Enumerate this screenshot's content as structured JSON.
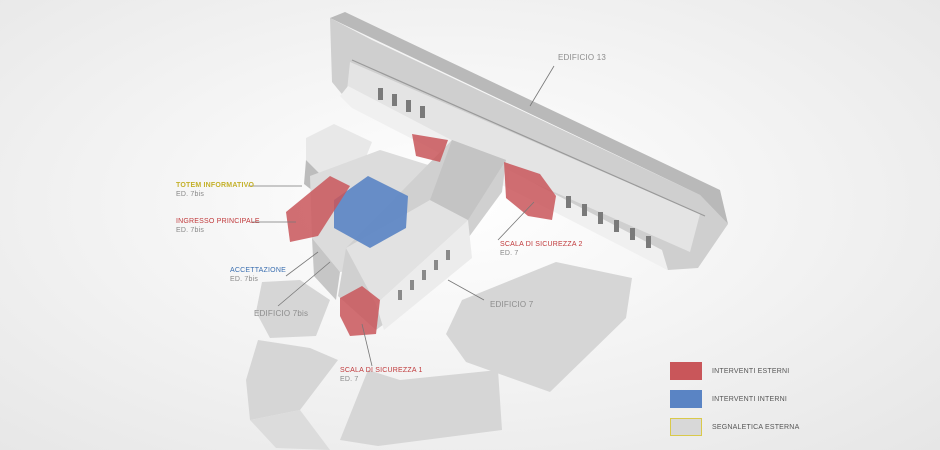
{
  "labels": {
    "totem": {
      "title": "TOTEM INFORMATIVO",
      "sub": "ED. 7bis"
    },
    "ingresso": {
      "title": "INGRESSO PRINCIPALE",
      "sub": "ED. 7bis"
    },
    "accettazione": {
      "title": "ACCETTAZIONE",
      "sub": "ED. 7bis"
    },
    "scala1": {
      "title": "SCALA DI SICUREZZA 1",
      "sub": "ED. 7"
    },
    "scala2": {
      "title": "SCALA DI SICUREZZA 2",
      "sub": "ED. 7"
    },
    "edificio13": "EDIFICIO 13",
    "edificio7": "EDIFICIO 7",
    "edificio7bis": "EDIFICIO 7bis"
  },
  "legend": [
    {
      "label": "INTERVENTI ESTERNI",
      "color": "#c9565a",
      "border": "#c9565a"
    },
    {
      "label": "INTERVENTI INTERNI",
      "color": "#5a84c4",
      "border": "#5a84c4"
    },
    {
      "label": "SEGNALETICA ESTERNA",
      "color": "#d8d8d8",
      "border": "#d9c94a"
    }
  ],
  "colors": {
    "red": "#c0393b",
    "blue": "#3b6fb0",
    "yellow": "#c4b12a"
  }
}
